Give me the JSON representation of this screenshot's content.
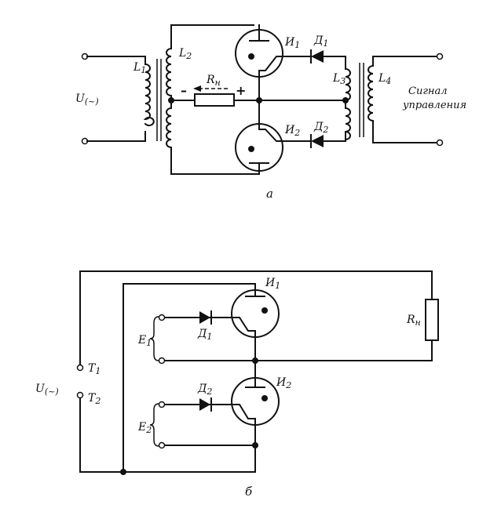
{
  "diagram_a": {
    "caption": "а",
    "input_label": "U",
    "input_sub": "(~)",
    "L1": "L",
    "L1_sub": "1",
    "L2": "L",
    "L2_sub": "2",
    "L3": "L",
    "L3_sub": "3",
    "L4": "L",
    "L4_sub": "4",
    "load_label": "R",
    "load_sub": "н",
    "minus_sign": "–",
    "plus_sign": "+",
    "lamp1_label": "И",
    "lamp1_sub": "1",
    "lamp2_label": "И",
    "lamp2_sub": "2",
    "diode1_label": "Д",
    "diode1_sub": "1",
    "diode2_label": "Д",
    "diode2_sub": "2",
    "signal_line1": "Сигнал",
    "signal_line2": "управления"
  },
  "diagram_b": {
    "caption": "б",
    "input_label": "U",
    "input_sub": "(~)",
    "T1_label": "T",
    "T1_sub": "1",
    "T2_label": "T",
    "T2_sub": "2",
    "lamp1_label": "И",
    "lamp1_sub": "1",
    "lamp2_label": "И",
    "lamp2_sub": "2",
    "diode1_label": "Д",
    "diode1_sub": "1",
    "diode2_label": "Д",
    "diode2_sub": "2",
    "E1_label": "E",
    "E1_sub": "1",
    "E2_label": "E",
    "E2_sub": "2",
    "load_label": "R",
    "load_sub": "н"
  }
}
